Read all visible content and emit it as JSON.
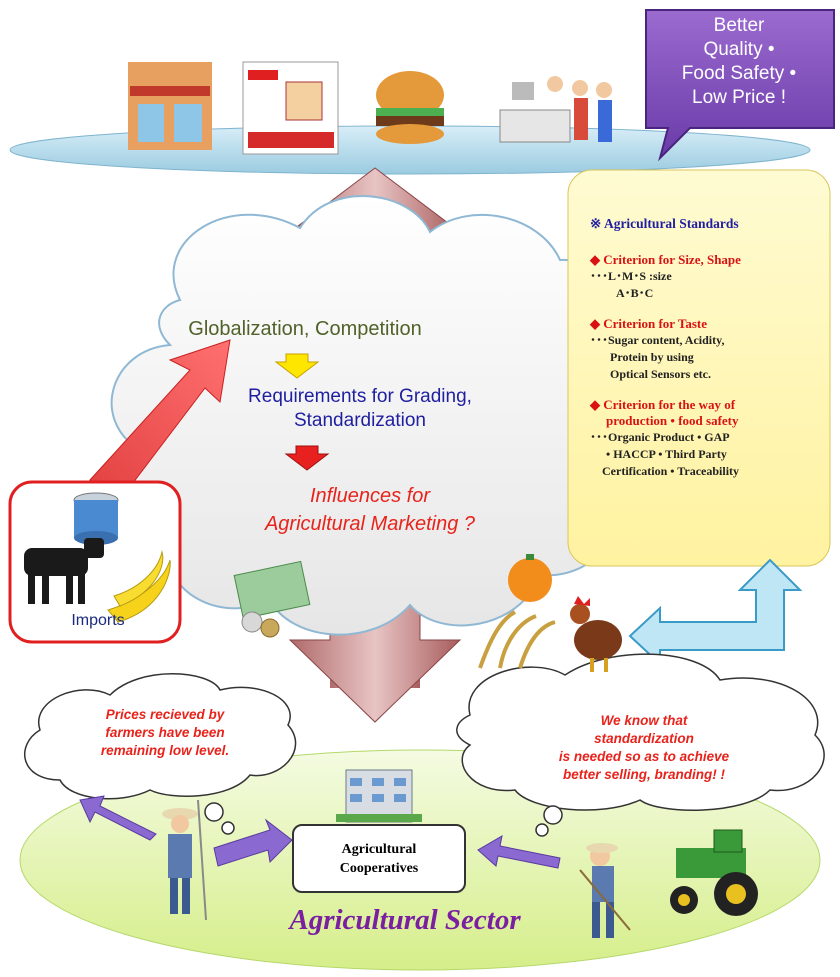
{
  "callout": {
    "line1": "Better",
    "line2": "Quality •",
    "line3": "Food Safety •",
    "line4": "Low Price !"
  },
  "cloud": {
    "globalization": "Globalization, Competition",
    "requirements_line1": "Requirements for Grading,",
    "requirements_line2": "Standardization",
    "influences_line1": "Influences for",
    "influences_line2": "Agricultural  Marketing ?"
  },
  "imports": {
    "label": "Imports"
  },
  "standards": {
    "title": "※ Agricultural Standards",
    "criteria": [
      {
        "heading": "◆  Criterion for Size, Shape",
        "details": [
          "･･･L･M･S  :size",
          "A･B･C"
        ]
      },
      {
        "heading": "◆  Criterion for  Taste",
        "details": [
          "･･･Sugar content, Acidity,",
          "Protein by using",
          "Optical Sensors etc."
        ]
      },
      {
        "heading": "◆ Criterion for  the way of",
        "heading2": "production • food safety",
        "details": [
          "･･･Organic Product • GAP",
          "• HACCP • Third Party",
          "Certification • Traceability"
        ]
      }
    ]
  },
  "thoughts": {
    "left": [
      "Prices  recieved  by",
      "farmers have been",
      "remaining low level."
    ],
    "right": [
      "We know that",
      "standardization",
      "is needed  so as to achieve",
      "better selling, branding! !"
    ]
  },
  "cooperatives": {
    "line1": "Agricultural",
    "line2": "Cooperatives"
  },
  "sector": {
    "label": "Agricultural Sector"
  },
  "icons": [
    "supermarket-icon",
    "sale-shop-icon",
    "hamburger-icon",
    "checkout-counter-icon",
    "canned-fish-icon",
    "cow-icon",
    "banana-icon",
    "money-icon",
    "orange-icon",
    "rice-plant-icon",
    "rooster-icon",
    "office-building-icon",
    "farmer-icon",
    "tractor-icon"
  ]
}
